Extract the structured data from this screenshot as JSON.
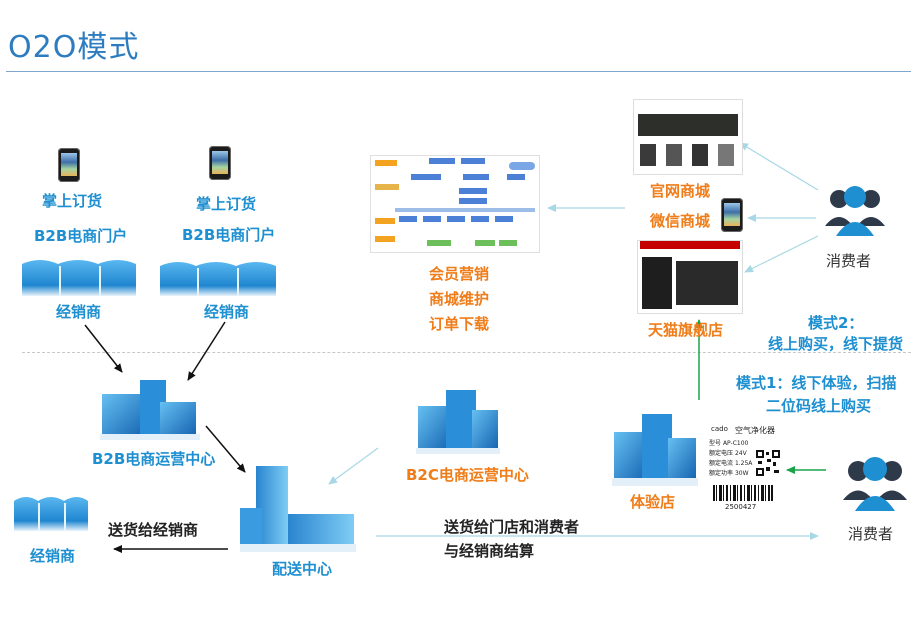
{
  "title": "O2O模式",
  "nodes": {
    "order_left": "掌上订货",
    "order_right": "掌上订货",
    "b2b_portal_left": "B2B电商门户",
    "b2b_portal_right": "B2B电商门户",
    "dealer_left": "经销商",
    "dealer_right": "经销商",
    "b2b_center": "B2B电商运营中心",
    "b2c_center": "B2C电商运营中心",
    "distribution_center": "配送中心",
    "dealer_bottom": "经销商",
    "experience_store": "体验店",
    "consumer_top": "消费者",
    "consumer_bottom": "消费者",
    "official_mall": "官网商城",
    "wechat_mall": "微信商城",
    "tmall_store": "天猫旗舰店",
    "services": [
      "会员营销",
      "商城维护",
      "订单下载"
    ]
  },
  "edge_labels": {
    "ship_to_dealer": "送货给经销商",
    "ship_to_store": [
      "送货给门店和消费者",
      "与经销商结算"
    ],
    "mode2": [
      "模式2：",
      "线上购买，线下提货"
    ],
    "mode1": [
      "模式1：线下体验，扫描",
      "二位码线上购买"
    ]
  },
  "product_tag": {
    "brand": "cado",
    "name": "空气净化器",
    "rows": [
      [
        "型号",
        "AP-C100"
      ],
      [
        "额定电压",
        "24V"
      ],
      [
        "额定电流",
        "1.25A"
      ],
      [
        "额定功率",
        "30W"
      ]
    ],
    "barcode": "2500427"
  },
  "colors": {
    "title": "#2e7cc0",
    "label_blue": "#1e8fd0",
    "label_orange": "#ef7d1a",
    "arrow_light": "#a8d8e6",
    "arrow_green": "#1aa34a"
  },
  "icons": [
    "phone-icon",
    "warehouse-icon",
    "building-icon",
    "consumer-icon",
    "qr-code-icon",
    "barcode-icon"
  ]
}
